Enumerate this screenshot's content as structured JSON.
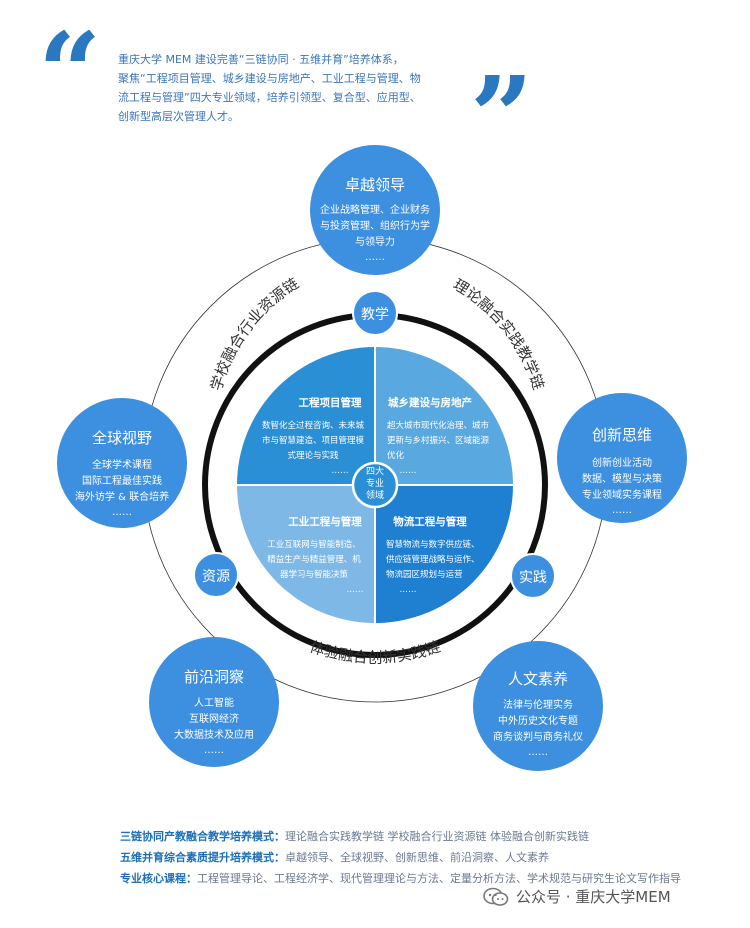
{
  "intro": {
    "lines": [
      "重庆大学 MEM 建设完善“三链协同 · 五维并育”培养体系，",
      "聚焦“工程项目管理、城乡建设与房地产、工业工程与管理、物",
      "流工程与管理”四大专业领域，培养引领型、复合型、应用型、",
      "创新型高层次管理人才。"
    ]
  },
  "colors": {
    "accent": "#2f86d6",
    "circle": "#3d8fe0",
    "quad_tl": "#2a8fd4",
    "quad_tr": "#5aa8e0",
    "quad_bl": "#7db8e6",
    "quad_br": "#1f7fd0",
    "ring": "#111111"
  },
  "outer_circles": [
    {
      "title": "卓越领导",
      "lines": [
        "企业战略管理、企业财务",
        "与投资管理、组织行为学",
        "与领导力",
        "……"
      ]
    },
    {
      "title": "全球视野",
      "lines": [
        "全球学术课程",
        "国际工程最佳实践",
        "海外访学 & 联合培养",
        "……"
      ]
    },
    {
      "title": "创新思维",
      "lines": [
        "创新创业活动",
        "数据、模型与决策",
        "专业领域实务课程",
        "……"
      ]
    },
    {
      "title": "前沿洞察",
      "lines": [
        "人工智能",
        "互联网经济",
        "大数据技术及应用",
        "……"
      ]
    },
    {
      "title": "人文素养",
      "lines": [
        "法律与伦理实务",
        "中外历史文化专题",
        "商务谈判与商务礼仪",
        "……"
      ]
    }
  ],
  "nodes": {
    "teaching": "教学",
    "resource": "资源",
    "practice": "实践"
  },
  "arcs": {
    "left": "学校融合行业资源链",
    "right": "理论融合实践教学链",
    "bottom": "体验融合创新实践链"
  },
  "quadrants": [
    {
      "title": "工程项目管理",
      "lines": [
        "数智化全过程咨询、未来城",
        "市与智慧建造、项目管理模",
        "式理论与实践",
        "……"
      ]
    },
    {
      "title": "城乡建设与房地产",
      "lines": [
        "超大城市现代化治理、城市",
        "更新与乡村振兴、区域能源",
        "优化",
        "……"
      ]
    },
    {
      "title": "工业工程与管理",
      "lines": [
        "工业互联网与智能制造、",
        "精益生产与精益管理、机",
        "器学习与智能决策",
        "……"
      ]
    },
    {
      "title": "物流工程与管理",
      "lines": [
        "智慧物流与数字供应链、",
        "供应链管理战略与运作、",
        "物流园区规划与运营",
        "……"
      ]
    }
  ],
  "center": {
    "lines": [
      "四大",
      "专业",
      "领域"
    ]
  },
  "legend": [
    {
      "key": "三链协同产教融合教学培养模式：",
      "value": "理论融合实践教学链 学校融合行业资源链 体验融合创新实践链"
    },
    {
      "key": "五维并育综合素质提升培养模式：",
      "value": "卓越领导、全球视野、创新思维、前沿洞察、人文素养"
    },
    {
      "key": "专业核心课程：",
      "value": "工程管理导论、工程经济学、现代管理理论与方法、定量分析方法、学术规范与研究生论文写作指导"
    }
  ],
  "watermark": {
    "text": "公众号 · 重庆大学MEM"
  }
}
